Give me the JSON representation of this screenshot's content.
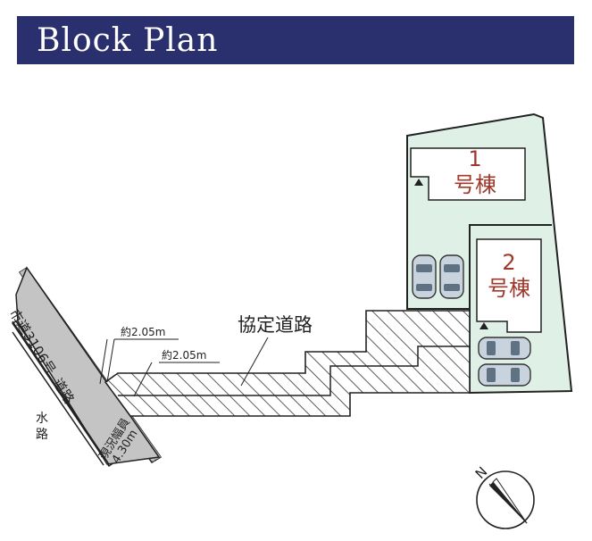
{
  "header": {
    "title": "Block Plan"
  },
  "lots": [
    {
      "number": "1",
      "suffix": "号棟"
    },
    {
      "number": "2",
      "suffix": "号棟"
    }
  ],
  "labels": {
    "agreement_road": "協定道路",
    "public_road_label": "市道3106号",
    "public_road_suffix": "道路",
    "waterway": "水路",
    "current_width_title": "現況幅員",
    "current_width_value": "4.30m",
    "dim_1": "約2.05m",
    "dim_2": "約2.05m",
    "compass": "N"
  },
  "colors": {
    "header_bg": "#2a2f6e",
    "lot_fill": "#dff0e6",
    "lot_label": "#a0392c",
    "road_fill": "#bfbfbf"
  }
}
